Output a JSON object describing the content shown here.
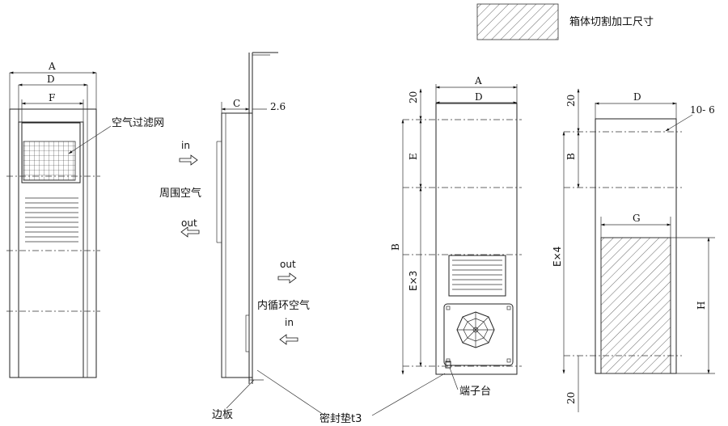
{
  "legend": {
    "label": "箱体切割加工尺寸"
  },
  "labels": {
    "A": "A",
    "D": "D",
    "F": "F",
    "C": "C",
    "thickness": "2.6",
    "B": "B",
    "E": "E",
    "E3": "E×3",
    "E4": "E×4",
    "G": "G",
    "H": "H",
    "dim20": "20",
    "holes": "10- 6"
  },
  "callouts": {
    "filter": "空气过滤网",
    "ambient": "周围空气",
    "internal": "内循环空气",
    "side_panel": "边板",
    "gasket": "密封垫t3",
    "terminal": "端子台"
  },
  "flow": {
    "in_top": "in",
    "out_top": "out",
    "out_bottom": "out",
    "in_bottom": "in"
  }
}
